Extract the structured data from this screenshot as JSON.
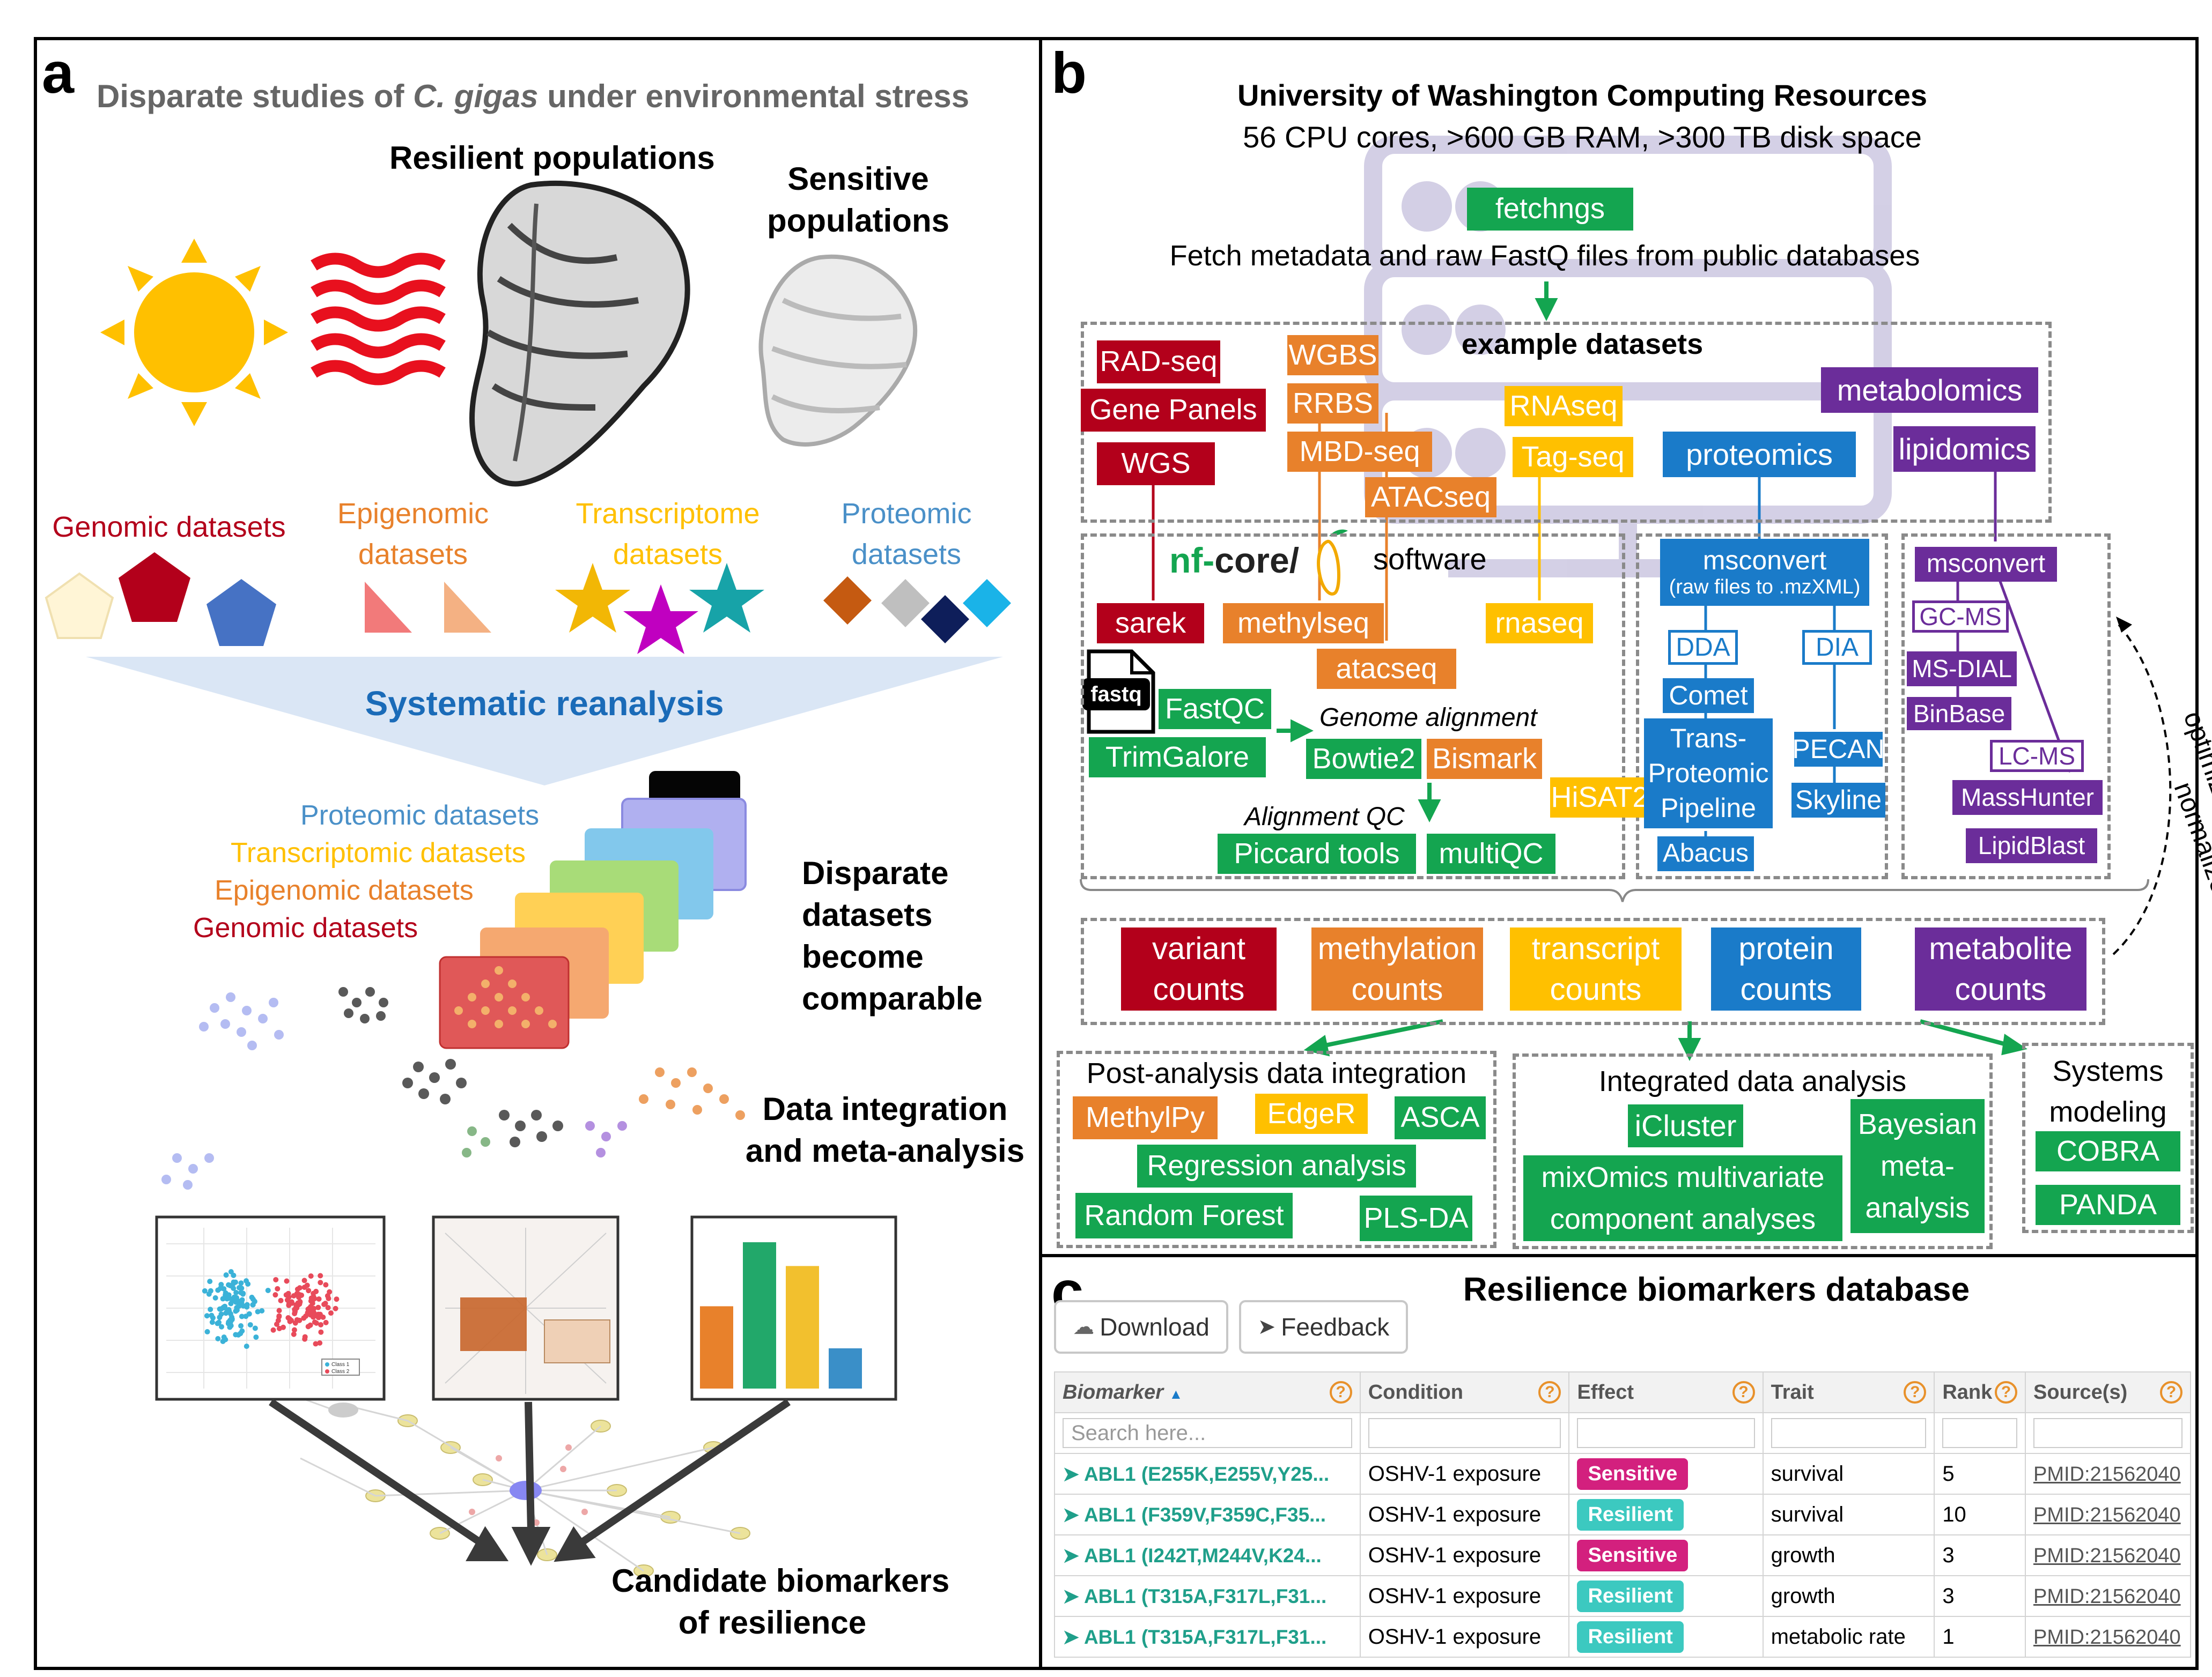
{
  "colors": {
    "green": "#14a550",
    "red": "#b3001b",
    "orange": "#e8812b",
    "yellow": "#ffc000",
    "blue": "#1a7bc9",
    "purple": "#6b2d9a",
    "sensitive": "#d3207e",
    "resilient": "#3cc9c0",
    "grey_text": "#666666"
  },
  "panel_a": {
    "label": "a",
    "title_pre": "Disparate studies of ",
    "title_species": "C. gigas",
    "title_post": " under environmental stress",
    "resilient": "Resilient populations",
    "sensitive_l1": "Sensitive",
    "sensitive_l2": "populations",
    "dataset_types": [
      {
        "l1": "Genomic datasets",
        "l2": "",
        "color": "#b3001b"
      },
      {
        "l1": "Epigenomic",
        "l2": "datasets",
        "color": "#e8812b"
      },
      {
        "l1": "Transcriptome",
        "l2": "datasets",
        "color": "#ffc000"
      },
      {
        "l1": "Proteomic",
        "l2": "datasets",
        "color": "#4a90c8"
      }
    ],
    "banner": "Systematic reanalysis",
    "stack_labels": [
      {
        "text": "Proteomic datasets",
        "color": "#4a90c8"
      },
      {
        "text": "Transcriptomic datasets",
        "color": "#ffc000"
      },
      {
        "text": "Epigenomic datasets",
        "color": "#e8812b"
      },
      {
        "text": "Genomic datasets",
        "color": "#b3001b"
      }
    ],
    "comparable": [
      "Disparate",
      "datasets",
      "become",
      "comparable"
    ],
    "integration": [
      "Data integration",
      "and meta-analysis"
    ],
    "candidate": [
      "Candidate biomarkers",
      "of resilience"
    ],
    "scatter_legend": [
      "Class 1",
      "Class 2"
    ],
    "bar_values": [
      0.45,
      0.8,
      0.67,
      0.22
    ],
    "bar_colors": [
      "#e8812b",
      "#22a86a",
      "#f2c02e",
      "#3a8fc8"
    ]
  },
  "panel_b": {
    "label": "b",
    "uw_title": "University of Washington Computing Resources",
    "uw_specs": "56 CPU cores, >600 GB RAM, >300 TB disk space",
    "fetchngs": "fetchngs",
    "fetch_desc": "Fetch metadata and raw FastQ files from public databases",
    "example": "example datasets",
    "genomic": [
      "RAD-seq",
      "Gene Panels",
      "WGS"
    ],
    "epigenomic": [
      "WGBS",
      "RRBS",
      "MBD-seq",
      "ATACseq"
    ],
    "transcript": [
      "RNAseq",
      "Tag-seq"
    ],
    "proteomics": "proteomics",
    "metab": [
      "metabolomics",
      "lipidomics"
    ],
    "nfcore_a": "nf-",
    "nfcore_b": "core/",
    "software": "software",
    "pipelines": [
      "sarek",
      "methylseq",
      "atacseq",
      "rnaseq"
    ],
    "fastq_icon": "fastq",
    "tools": {
      "fastqc": "FastQC",
      "trimgalore": "TrimGalore",
      "genome_align": "Genome alignment",
      "bowtie": "Bowtie2",
      "bismark": "Bismark",
      "hisat": "HiSAT2",
      "align_qc": "Alignment QC",
      "piccard": "Piccard tools",
      "multiqc": "multiQC"
    },
    "prot": {
      "msconvert": "msconvert",
      "msconvert_sub": "(raw files to .mzXML)",
      "dda": "DDA",
      "dia": "DIA",
      "comet": "Comet",
      "tpp": [
        "Trans-",
        "Proteomic",
        "Pipeline"
      ],
      "pecan": "PECAN",
      "skyline": "Skyline",
      "abacus": "Abacus"
    },
    "met": {
      "msconvert": "msconvert",
      "gcms": "GC-MS",
      "msdial": "MS-DIAL",
      "binbase": "BinBase",
      "lcms": "LC-MS",
      "masshunter": "MassHunter",
      "lipidblast": "LipidBlast"
    },
    "optimize": [
      "optimize parameters",
      "normalize"
    ],
    "counts": [
      {
        "l1": "variant",
        "l2": "counts",
        "color": "#b3001b"
      },
      {
        "l1": "methylation",
        "l2": "counts",
        "color": "#e8812b"
      },
      {
        "l1": "transcript",
        "l2": "counts",
        "color": "#ffc000"
      },
      {
        "l1": "protein",
        "l2": "counts",
        "color": "#1a7bc9"
      },
      {
        "l1": "metabolite",
        "l2": "counts",
        "color": "#6b2d9a"
      }
    ],
    "post": {
      "title": "Post-analysis data integration",
      "methylipy": "MethylPy",
      "edger": "EdgeR",
      "asca": "ASCA",
      "regression": "Regression analysis",
      "rf": "Random Forest",
      "plsda": "PLS-DA"
    },
    "integ": {
      "title": "Integrated data analysis",
      "icluster": "iCluster",
      "mixomics": [
        "mixOmics multivariate",
        "component analyses"
      ],
      "bayes": [
        "Bayesian",
        "meta-",
        "analysis"
      ]
    },
    "sys": {
      "title": [
        "Systems",
        "modeling"
      ],
      "cobra": "COBRA",
      "panda": "PANDA"
    }
  },
  "panel_c": {
    "label": "c",
    "title": "Resilience biomarkers database",
    "download": "Download",
    "feedback": "Feedback",
    "columns": [
      "Biomarker",
      "Condition",
      "Effect",
      "Trait",
      "Rank",
      "Source(s)"
    ],
    "search_placeholder": "Search here...",
    "rows": [
      {
        "biomarker": "ABL1 (E255K,E255V,Y25...",
        "condition": "OSHV-1 exposure",
        "effect": "Sensitive",
        "trait": "survival",
        "rank": "5",
        "source": "PMID:21562040"
      },
      {
        "biomarker": "ABL1 (F359V,F359C,F35...",
        "condition": "OSHV-1 exposure",
        "effect": "Resilient",
        "trait": "survival",
        "rank": "10",
        "source": "PMID:21562040"
      },
      {
        "biomarker": "ABL1 (I242T,M244V,K24...",
        "condition": "OSHV-1 exposure",
        "effect": "Sensitive",
        "trait": "growth",
        "rank": "3",
        "source": "PMID:21562040"
      },
      {
        "biomarker": "ABL1 (T315A,F317L,F31...",
        "condition": "OSHV-1 exposure",
        "effect": "Resilient",
        "trait": "growth",
        "rank": "3",
        "source": "PMID:21562040"
      },
      {
        "biomarker": "ABL1 (T315A,F317L,F31...",
        "condition": "OSHV-1 exposure",
        "effect": "Resilient",
        "trait": "metabolic rate",
        "rank": "1",
        "source": "PMID:21562040"
      }
    ]
  }
}
